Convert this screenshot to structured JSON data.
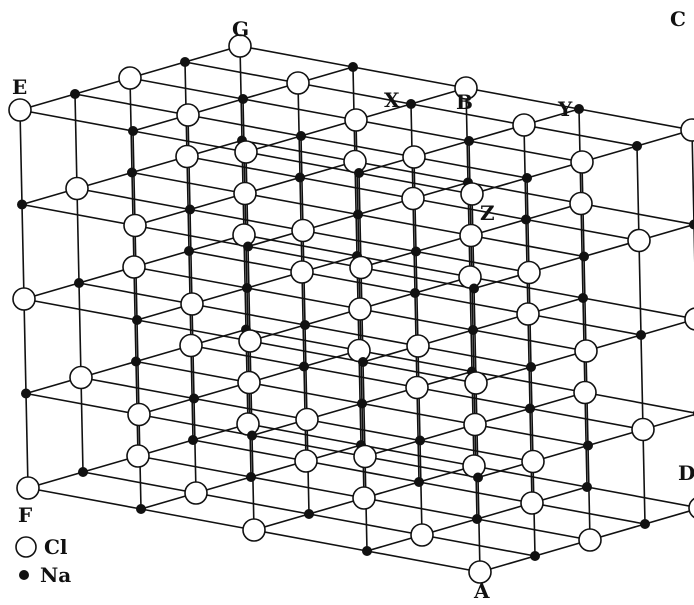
{
  "figure": {
    "description_labels": {
      "corner_c": "C",
      "corner_g": "G",
      "corner_e": "E",
      "corner_f": "F",
      "corner_a": "A",
      "corner_d": "D",
      "point_x": "X",
      "point_b": "B",
      "point_y": "Y",
      "point_z": "Z"
    },
    "legend": {
      "cl_label": "Cl",
      "na_label": "Na"
    },
    "lattice": {
      "type": "rock-salt cubic lattice",
      "sites_per_edge": 5,
      "cl_marker": "open-circle",
      "na_marker": "filled-dot"
    }
  }
}
